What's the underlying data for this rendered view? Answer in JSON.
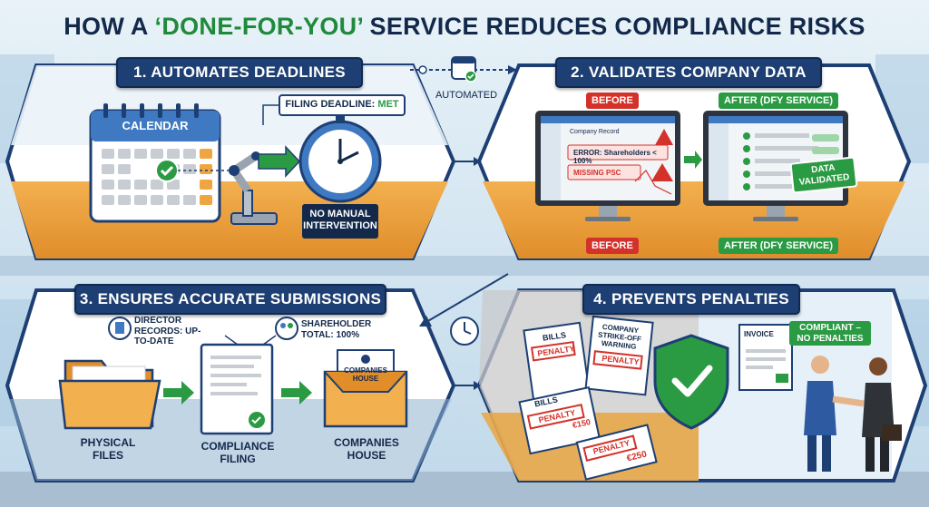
{
  "title": {
    "prefix": "HOW A ",
    "highlight": "‘DONE-FOR-YOU’",
    "suffix": " SERVICE REDUCES COMPLIANCE RISKS"
  },
  "connector": {
    "label": "AUTOMATED"
  },
  "panels": {
    "p1": {
      "title": "1. AUTOMATES DEADLINES",
      "calendar_label": "CALENDAR",
      "deadline_prefix": "FILING DEADLINE: ",
      "deadline_status": "MET",
      "no_manual": "NO MANUAL INTERVENTION"
    },
    "p2": {
      "title": "2. VALIDATES COMPANY DATA",
      "before": "BEFORE",
      "after": "AFTER (DFY SERVICE)",
      "record_title": "Company Record",
      "error": "ERROR: Shareholders < 100%",
      "missing": "MISSING PSC",
      "validated": "DATA VALIDATED"
    },
    "p3": {
      "title": "3. ENSURES ACCURATE SUBMISSIONS",
      "director_note": "DIRECTOR RECORDS: UP-TO-DATE",
      "shareholder_note": "SHAREHOLDER TOTAL: 100%",
      "physical": "PHYSICAL FILES",
      "filing": "COMPLIANCE FILING",
      "house_tray": "COMPANIES HOUSE",
      "house_label": "COMPANIES HOUSE"
    },
    "p4": {
      "title": "4. PREVENTS PENALTIES",
      "bills": "BILLS",
      "penalty": "PENALTY",
      "strike_off": "COMPANY STRIKE-OFF WARNING",
      "amount_1": "€150",
      "amount_2": "€250",
      "invoice": "INVOICE",
      "compliant": "COMPLIANT – NO PENALTIES"
    }
  },
  "colors": {
    "navy": "#1d3f73",
    "green": "#2b9b43",
    "red": "#d3322b",
    "orange": "#f0a640",
    "sky": "#cfe3f0"
  }
}
